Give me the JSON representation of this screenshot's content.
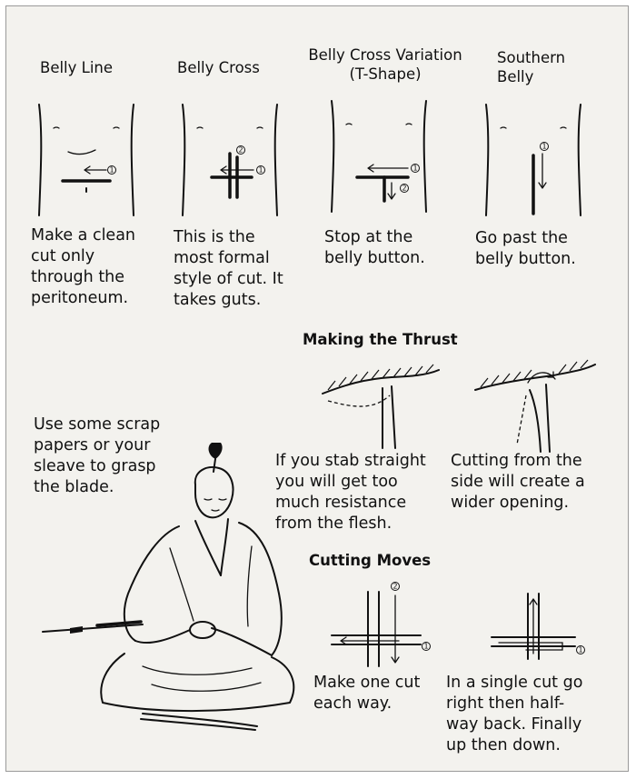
{
  "cuts": [
    {
      "title": [
        "Belly Line"
      ],
      "caption": [
        "Make a clean",
        "cut only",
        "through the",
        "peritoneum."
      ]
    },
    {
      "title": [
        "Belly Cross"
      ],
      "caption": [
        "This is the",
        "most formal",
        "style of cut. It",
        "takes guts."
      ]
    },
    {
      "title": [
        "Belly Cross Variation",
        "(T-Shape)"
      ],
      "caption": [
        "Stop at the",
        "belly button."
      ]
    },
    {
      "title": [
        "Southern",
        "Belly"
      ],
      "caption": [
        "Go past the",
        "belly button."
      ]
    }
  ],
  "thrust": {
    "heading": "Making the Thrust",
    "straight_caption": [
      "If you stab straight",
      "you will get too",
      "much resistance",
      "from the flesh."
    ],
    "side_caption": [
      "Cutting from the",
      "side will create a",
      "wider opening."
    ]
  },
  "grasp_note": [
    "Use some scrap",
    "papers or your",
    "sleave to grasp",
    "the blade."
  ],
  "moves": {
    "heading": "Cutting Moves",
    "one_way_caption": [
      "Make one cut",
      "each way."
    ],
    "single_caption": [
      "In a single cut go",
      "right then half-",
      "way back. Finally",
      "up then down."
    ]
  },
  "step_numbers": [
    "1",
    "2"
  ]
}
